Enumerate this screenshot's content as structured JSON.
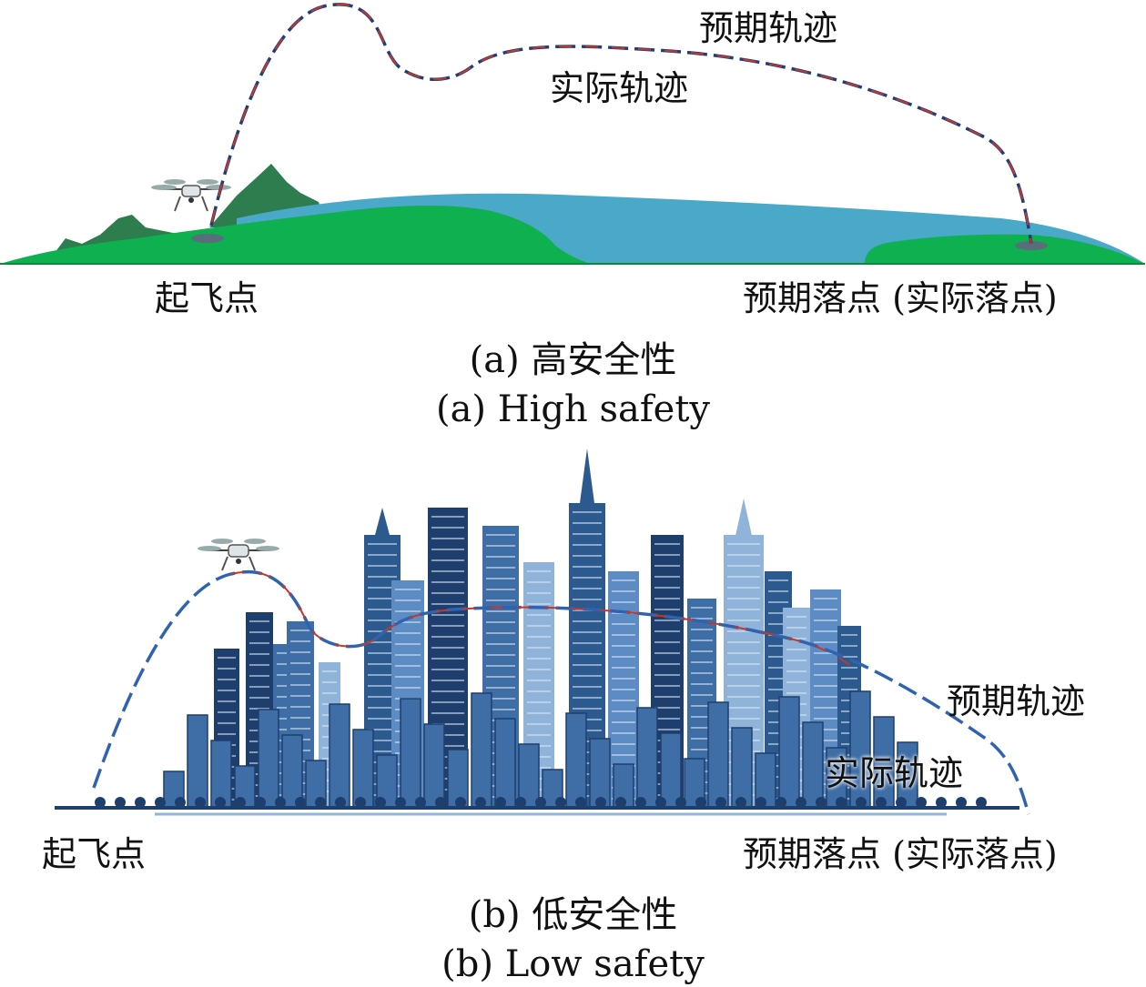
{
  "panel_a": {
    "label_expected_traj": "预期轨迹",
    "label_actual_traj": "实际轨迹",
    "label_takeoff": "起飞点",
    "label_landing": "预期落点 (实际落点)",
    "caption_cn": "(a) 高安全性",
    "caption_en": "(a) High safety"
  },
  "panel_b": {
    "label_expected_traj": "预期轨迹",
    "label_actual_traj": "实际轨迹",
    "label_takeoff": "起飞点",
    "label_landing": "预期落点 (实际落点)",
    "caption_cn": "(b) 低安全性",
    "caption_en": "(b) Low safety"
  },
  "colors": {
    "expected_traj": "#1f3d7a",
    "actual_traj": "#c0392b",
    "grass": "#0fb04f",
    "mountain": "#2e7d4f",
    "water": "#4aa8c8",
    "city_dark": "#1e3f6e",
    "city_mid": "#3f6ea6",
    "city_light": "#8fb3d9"
  }
}
